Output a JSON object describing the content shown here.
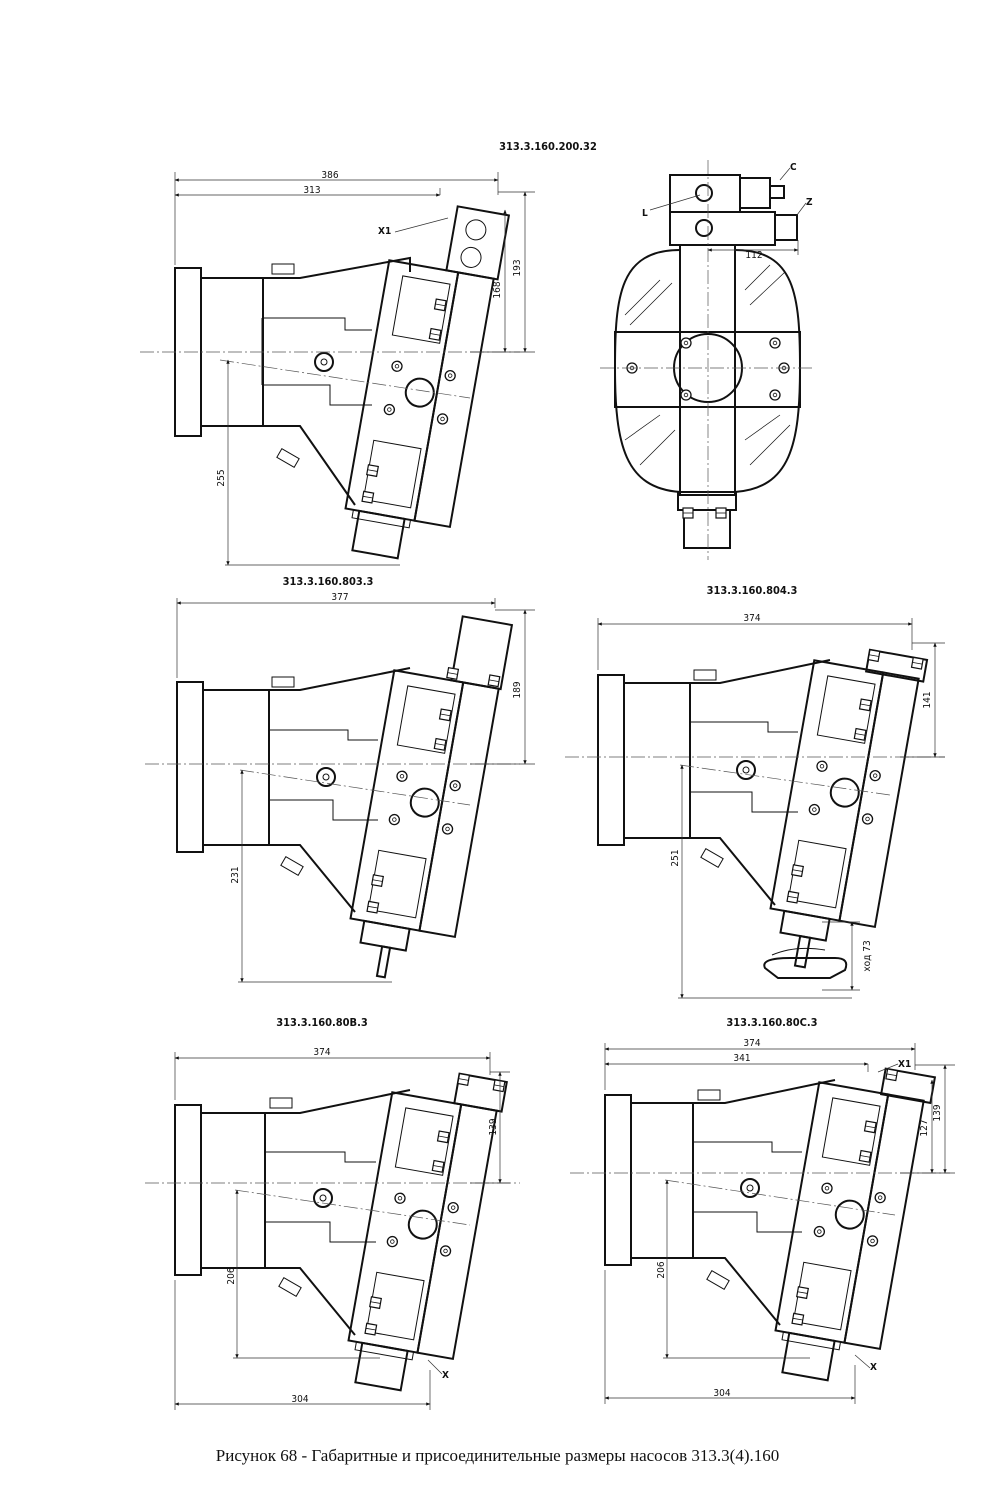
{
  "figures": [
    {
      "title": "313.3.160.200.32",
      "side_view_dims": [
        "386",
        "313",
        "193",
        "168",
        "255"
      ],
      "side_view_labels": [
        "X1"
      ],
      "end_view_dims": [
        "112"
      ],
      "end_view_labels": [
        "C",
        "L",
        "Z"
      ]
    },
    {
      "title": "313.3.160.803.3",
      "dims": [
        "377",
        "189",
        "231"
      ]
    },
    {
      "title": "313.3.160.804.3",
      "dims": [
        "374",
        "141",
        "251",
        "ход 73"
      ]
    },
    {
      "title": "313.3.160.80B.3",
      "dims": [
        "374",
        "139",
        "206",
        "304"
      ],
      "labels": [
        "X"
      ]
    },
    {
      "title": "313.3.160.80C.3",
      "dims": [
        "374",
        "341",
        "127",
        "139",
        "206",
        "304"
      ],
      "labels": [
        "X1",
        "X"
      ]
    }
  ],
  "caption": "Рисунок 68 - Габаритные и присоединительные размеры насосов 313.3(4).160"
}
